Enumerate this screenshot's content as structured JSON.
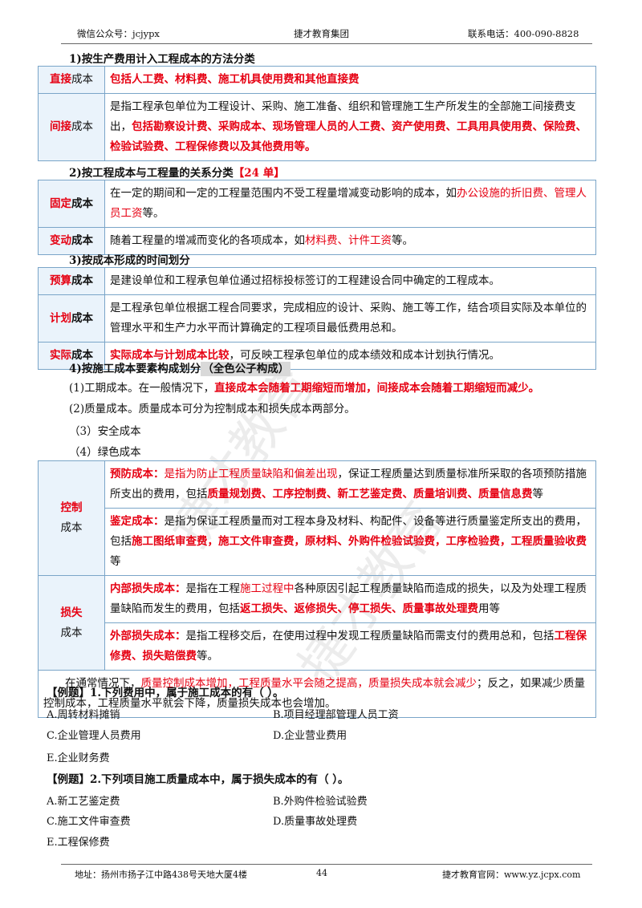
{
  "header": {
    "left": "微信公众号：jcjypx",
    "center": "捷才教育集团",
    "right": "联系电话：400-090-8828"
  },
  "s1": {
    "title": "1)按生产费用计入工程成本的方法分类",
    "direct": {
      "k_red": "直接",
      "k_rest": "成本",
      "text": "包括人工费、材料费、施工机具使用费和其他直接费"
    },
    "indirect": {
      "k_red": "间接",
      "k_rest": "成本",
      "t1": "是指工程承包单位为工程设计、采购、施工准备、组织和管理施工生产所发生的全部施工间接费支出，",
      "t2": "包括勘察设计费、采购成本、现场管理人员的人工费、资产使用费、工具用具使用费、保险费、检验试验费、工程保修费以及其他费用等。"
    }
  },
  "s2": {
    "title": "2)按工程成本与工程量的关系分类",
    "tag": "【24 单】",
    "fixed": {
      "k_red": "固定",
      "k_rest": "成本",
      "t1": "在一定的期间和一定的工程量范围内不受工程量增减变动影响的成本，如",
      "t2": "办公设施的折旧费、管理人员工资",
      "t3": "等。"
    },
    "variable": {
      "k_red": "变动",
      "k_rest": "成本",
      "t1": "随着工程量的增减而变化的各项成本，如",
      "t2": "材料费、计件工资",
      "t3": "等。"
    }
  },
  "s3": {
    "title": "3)按成本形成的时间划分",
    "budget": {
      "k_red": "预算",
      "k_rest": "成本",
      "text": "是建设单位和工程承包单位通过招标投标签订的工程建设合同中确定的工程成本。"
    },
    "plan": {
      "k_red": "计划",
      "k_rest": "成本",
      "text": "是工程承包单位根据工程合同要求，完成相应的设计、采购、施工等工作，结合项目实际及本单位的管理水平和生产力水平而计算确定的工程项目最低费用总和。"
    },
    "actual": {
      "k_red": "实际",
      "k_rest": "成本",
      "t1": "实际成本与计划成本比较",
      "t2": "，可反映工程承包单位的成本绩效和成本计划执行情况。"
    }
  },
  "s4": {
    "title": "4)按施工成本要素构成划分",
    "tag": "（全色公子构成）",
    "l1a": "(1)工期成本。在一般情况下，",
    "l1b": "直接成本会随着工期缩短而增加，间接成本会随着工期缩短而减少。",
    "l2": "(2)质量成本。质量成本可分为控制成本和损失成本两部分。",
    "l3": "（3）安全成本",
    "l4": "（4）绿色成本"
  },
  "quality": {
    "control": {
      "k_red": "控制",
      "k_rest": "成本",
      "p_label": "预防成本：",
      "p_red": "是指为防止工程质量缺陷和偏差出现",
      "p_t1": "，保证工程质量达到质量标准所采取的各项预防措施所支出的费用，包括",
      "p_b1": "质量规划费、工序控制费、新工艺鉴定费、质量培训费、质量信息费",
      "p_t2": "等",
      "a_label": "鉴定成本：",
      "a_t1": "是指为保证工程质量而对工程本身及材料、构配件、设备等进行质量鉴定所支出的费用，包括",
      "a_b1": "施工图纸审查费，施工文件审查费，原材料、外购件检验试验费，工序检验费，工程质量验收费",
      "a_t2": "等"
    },
    "loss": {
      "k_red": "损失",
      "k_rest": "成本",
      "i_label": "内部损失成本：",
      "i_t1": "是指在工程",
      "i_r1": "施工过程中",
      "i_t2": "各种原因引起工程质量缺陷而造成的损失，以及为处理工程质量缺陷而发生的费用，包括",
      "i_b1": "返工损失、返修损失、停工损失、质量事故处理费",
      "i_t3": "用等",
      "e_label": "外部损失成本：",
      "e_t1": "是指工程移交后，在使用过程中发现工程质量缺陷而需支付的费用总和，包括",
      "e_b1": "工程保修费、损失赔偿费",
      "e_t2": "等。"
    },
    "note_t1": "在通常情况下，",
    "note_r1": "质量控制成本增加，工程质量水平会随之提高，质量损失成本就会减少",
    "note_t2": "；反之，如果减少质量控制成本，工程质量水平就会下降，质量损失成本也会增加。"
  },
  "q1": {
    "prefix": "【例题】",
    "stem": "1.下列费用中，属于施工成本的有（    ）。",
    "options": [
      "A.周转材料摊销",
      "B.项目经理部管理人员工资",
      "C.企业管理人员费用",
      "D.企业营业费用",
      "E.企业财务费"
    ]
  },
  "q2": {
    "prefix": "【例题】",
    "stem": "2.下列项目施工质量成本中，属于损失成本的有（    ）。",
    "options": [
      "A.新工艺鉴定费",
      "B.外购件检验试验费",
      "C.施工文件审查费",
      "D.质量事故处理费",
      "E.工程保修费"
    ]
  },
  "footer": {
    "left": "地址：扬州市扬子江中路438号天地大厦4楼",
    "center": "44",
    "right": "捷才教育官网：www.yz.jcpx.com"
  },
  "watermark": {
    "a": "捷才教育",
    "b": "捷才教育"
  },
  "colors": {
    "red": "#e60012",
    "border": "#7aa5c8",
    "key_bg": "#eaf3fb"
  }
}
